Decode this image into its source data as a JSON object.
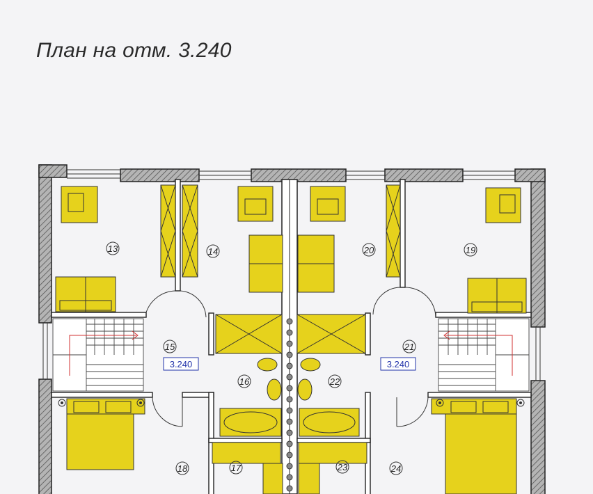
{
  "title": "План на отм. 3.240",
  "rooms": {
    "r13": "13",
    "r14": "14",
    "r15": "15",
    "r16": "16",
    "r17": "17",
    "r18": "18",
    "r19": "19",
    "r20": "20",
    "r21": "21",
    "r22": "22",
    "r23": "23",
    "r24": "24"
  },
  "levels": {
    "left": "3.240",
    "right": "3.240"
  },
  "colors": {
    "furniture": "#e6d21c",
    "wall_fill": "#9a9a9a",
    "line": "#222222",
    "stair_arrow": "#d03030",
    "level_box": "#2233aa",
    "paper": "#f4f4f6"
  }
}
